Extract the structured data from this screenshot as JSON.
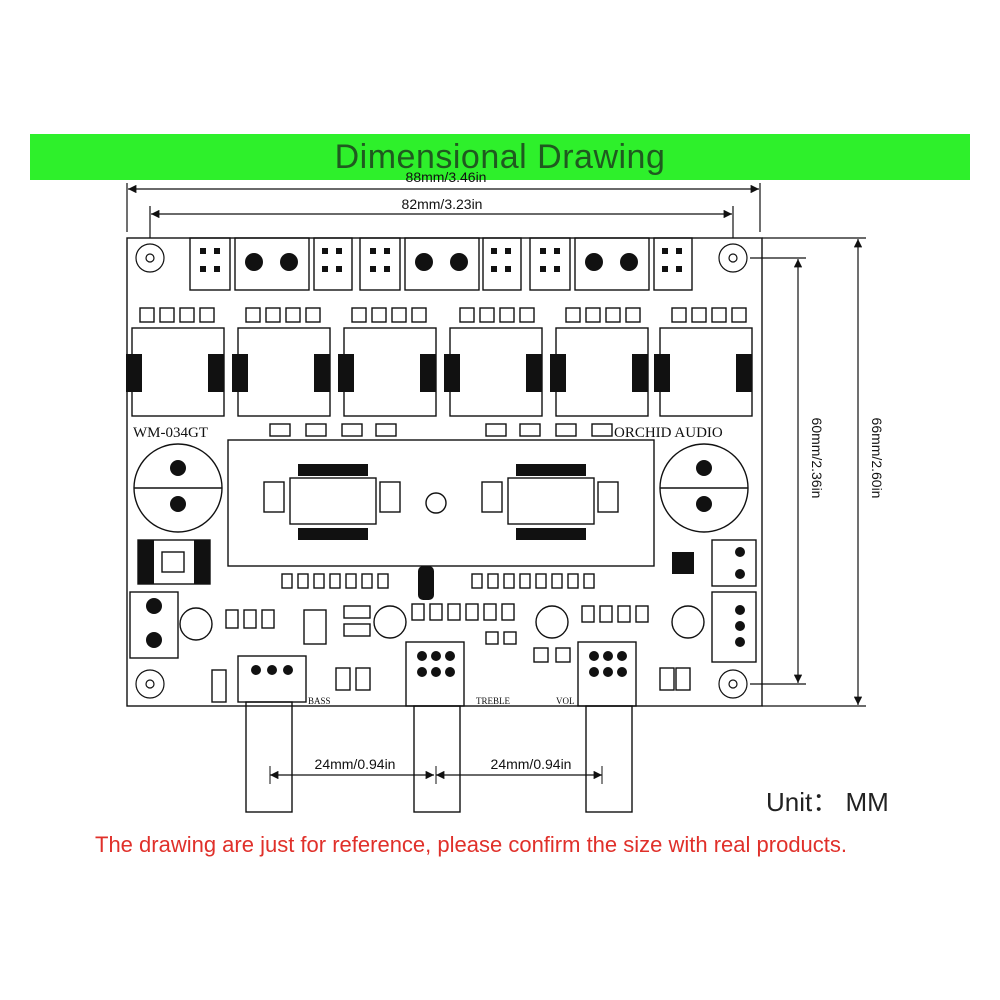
{
  "title": "Dimensional Drawing",
  "colors": {
    "banner": "#2ef02b",
    "title_text": "#1f5a1f",
    "note_text": "#e0302a",
    "line": "#111111"
  },
  "dimensions": {
    "overall_width": "88mm/3.46in",
    "hole_spacing_width": "82mm/3.23in",
    "hole_spacing_height": "60mm/2.36in",
    "overall_height": "66mm/2.60in",
    "pot_spacing_left": "24mm/0.94in",
    "pot_spacing_right": "24mm/0.94in"
  },
  "board": {
    "model": "WM-034GT",
    "brand": "ORCHID AUDIO",
    "pot_labels": [
      "BASS",
      "TREBLE",
      "VOL"
    ]
  },
  "unit": "Unit： MM",
  "note": "The drawing are just for reference, please confirm the size with real products."
}
